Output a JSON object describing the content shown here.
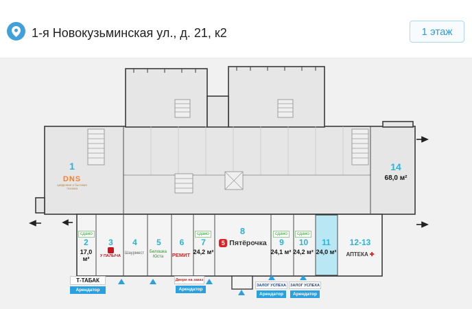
{
  "header": {
    "title": "1-я Новокузьминская ул., д. 21, к2",
    "floor_button_label": "1 этаж"
  },
  "colors": {
    "accent_cyan": "#2ab3d6",
    "highlight_fill": "#b9e7f4",
    "badge_blue": "#2aa0e0",
    "status_green": "#2f9e2f",
    "brand_red": "#d6231f",
    "brand_orange": "#ff7f27",
    "pin_blue": "#41a0d9"
  },
  "units": {
    "u1": {
      "number": "1",
      "tenant": "DNS",
      "tenant_sub": "цифровая и бытовая техника"
    },
    "u2": {
      "number": "2",
      "area": "17,0 м²",
      "status": "сдано"
    },
    "u3": {
      "number": "3",
      "tenant": "У ПАЛЫЧА"
    },
    "u4": {
      "number": "4",
      "tenant": "Шаурмест"
    },
    "u5": {
      "number": "5",
      "tenant": "Белошка Юста"
    },
    "u6": {
      "number": "6",
      "tenant": "РЕМИТ"
    },
    "u7": {
      "number": "7",
      "area": "24,2 м²",
      "status": "сдано"
    },
    "u8": {
      "number": "8",
      "tenant": "Пятёрочка",
      "tenant_logo": "5"
    },
    "u9": {
      "number": "9",
      "area": "24,1 м²",
      "status": "сдано"
    },
    "u10": {
      "number": "10",
      "area": "24,2 м²",
      "status": "сдано"
    },
    "u11": {
      "number": "11",
      "area": "24,0 м²",
      "highlighted": true
    },
    "u12_13": {
      "number": "12-13",
      "tenant": "АПТЕКА"
    },
    "u14": {
      "number": "14",
      "area": "68,0 м²"
    }
  },
  "bottom_labels": {
    "ttabak": {
      "name": "Т-ТАБАК",
      "badge": "Арендатор"
    },
    "dveri": {
      "name": "Двери на заказ",
      "badge": "Арендатор"
    },
    "zalog1": {
      "name": "ЗАЛОГ УСПЕХА",
      "badge": "Арендатор"
    },
    "zalog2": {
      "name": "ЗАЛОГ УСПЕХА",
      "badge": "Арендатор"
    }
  }
}
